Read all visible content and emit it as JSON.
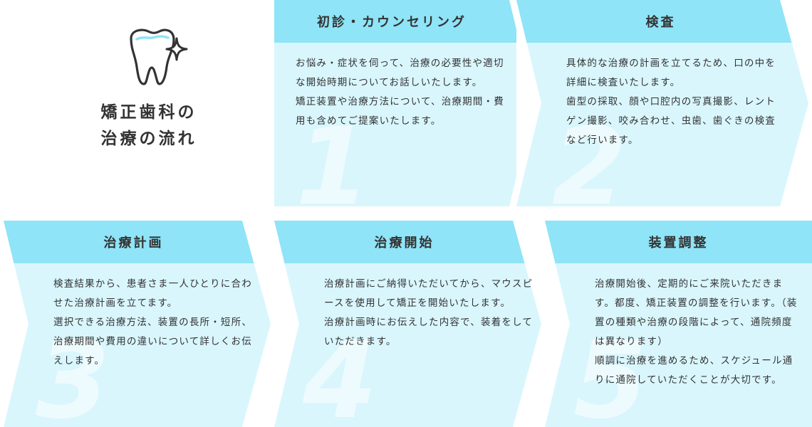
{
  "intro": {
    "title_line1": "矯正歯科の",
    "title_line2": "治療の流れ"
  },
  "colors": {
    "head": "#8fe4f7",
    "body": "#d9f6fd",
    "number": "#ffffff",
    "tooth": "#333333",
    "tooth_accent": "#8fe4f7"
  },
  "icons": [
    "tooth-sparkle-icon"
  ],
  "steps": [
    {
      "number": "1",
      "title": "初診・カウンセリング",
      "paragraphs": [
        "お悩み・症状を伺って、治療の必要性や適切な開始時期についてお話しいたします。",
        "矯正装置や治療方法について、治療期間・費用も含めてご提案いたします。"
      ]
    },
    {
      "number": "2",
      "title": "検査",
      "paragraphs": [
        "具体的な治療の計画を立てるため、口の中を詳細に検査いたします。",
        "歯型の採取、顔や口腔内の写真撮影、レントゲン撮影、咬み合わせ、虫歯、歯ぐきの検査など行います。"
      ]
    },
    {
      "number": "3",
      "title": "治療計画",
      "paragraphs": [
        "検査結果から、患者さま一人ひとりに合わせた治療計画を立てます。",
        "選択できる治療方法、装置の長所・短所、治療期間や費用の違いについて詳しくお伝えします。"
      ]
    },
    {
      "number": "4",
      "title": "治療開始",
      "paragraphs": [
        "治療計画にご納得いただいてから、マウスピースを使用して矯正を開始いたします。",
        "治療計画時にお伝えした内容で、装着をしていただきます。"
      ]
    },
    {
      "number": "5",
      "title": "装置調整",
      "paragraphs": [
        "治療開始後、定期的にご来院いただきます。都度、矯正装置の調整を行います。（装置の種類や治療の段階によって、通院頻度は異なります）",
        "順調に治療を進めるため、スケジュール通りに通院していただくことが大切です。"
      ]
    }
  ]
}
